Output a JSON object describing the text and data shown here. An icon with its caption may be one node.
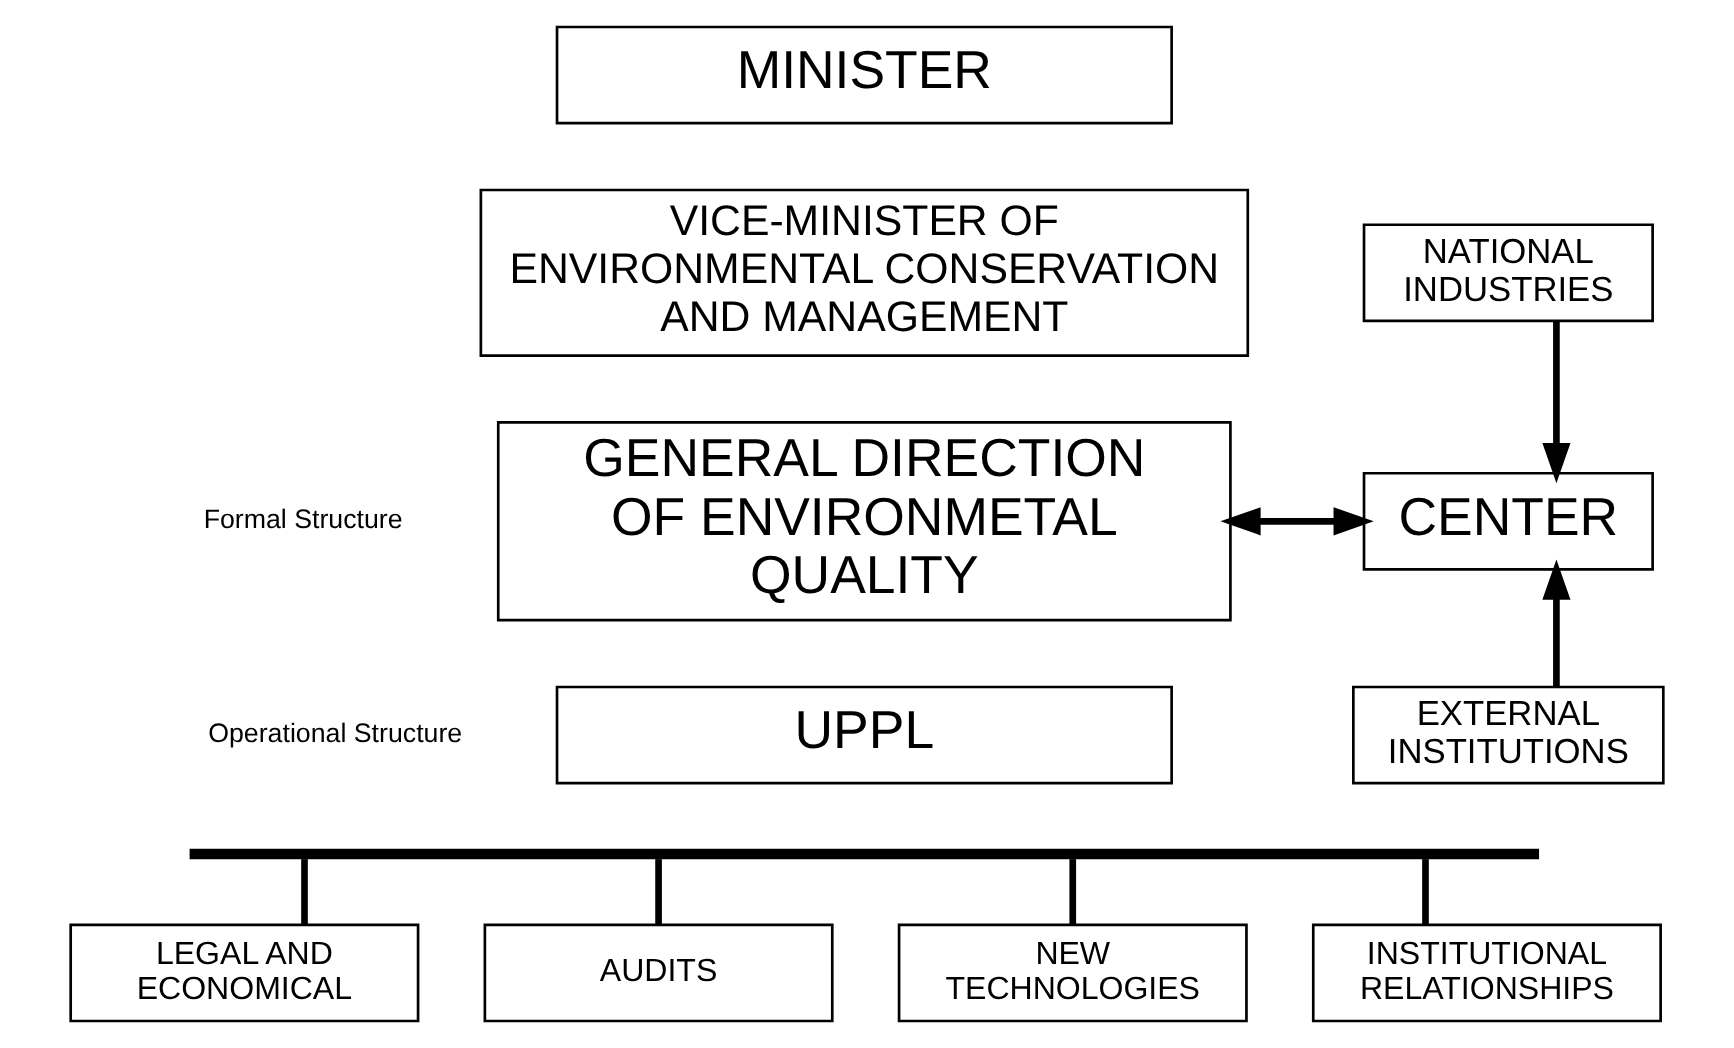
{
  "diagram": {
    "nodes": [
      {
        "text": [
          "MINISTER"
        ]
      },
      {
        "text": [
          "VICE-MINISTER OF ENVIRONMENTAL CONSERVATION AND MANAGEMENT"
        ]
      },
      {
        "text": [
          "NATIONAL INDUSTRIES"
        ]
      },
      {
        "text": [
          "GENERAL DIRECTION OF ENVIRONMETAL QUALITY"
        ]
      },
      {
        "text": [
          "CENTER"
        ]
      },
      {
        "text": [
          "EXTERNAL INSTITUTIONS"
        ]
      },
      {
        "text": [
          "UPPL"
        ]
      },
      {
        "text": [],
        "shape": "bar"
      },
      {
        "text": [
          "LEGAL AND ECONOMICAL"
        ]
      },
      {
        "text": [
          "AUDITS"
        ]
      },
      {
        "text": [
          "NEW TECHNOLOGIES"
        ]
      },
      {
        "text": [
          "INSTITUTIONAL RELATIONSHIPS"
        ]
      }
    ],
    "edges": [
      {
        "from": 3,
        "to": 4,
        "arrow": "both"
      },
      {
        "from": 2,
        "to": 4,
        "arrow": "to"
      },
      {
        "from": 5,
        "to": 4,
        "arrow": "to"
      },
      {
        "from": 7,
        "to": 8,
        "arrow": "none"
      },
      {
        "from": 7,
        "to": 9,
        "arrow": "none"
      },
      {
        "from": 7,
        "to": 10,
        "arrow": "none"
      },
      {
        "from": 7,
        "to": 11,
        "arrow": "none"
      }
    ],
    "labels": [
      "Formal Structure",
      "Operational Structure"
    ]
  }
}
